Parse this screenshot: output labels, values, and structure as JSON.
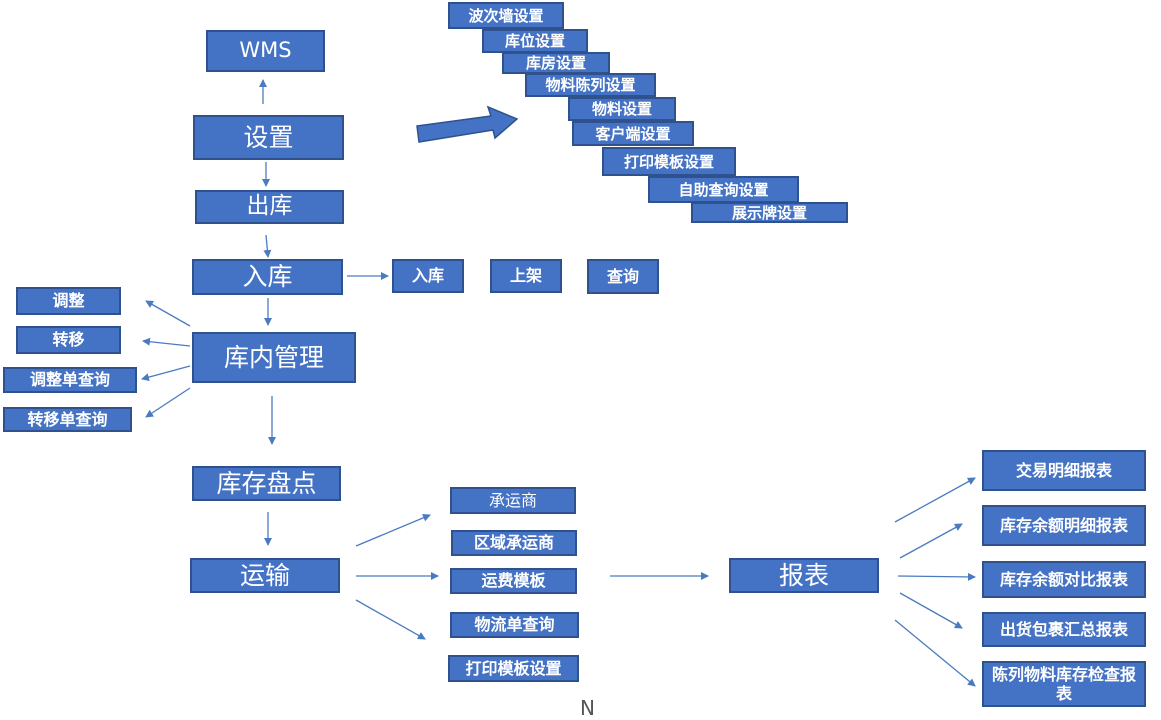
{
  "colors": {
    "box_fill": "#4472c4",
    "box_border": "#2f528f",
    "arrow": "#4a7bc0",
    "text": "#ffffff"
  },
  "nodes": {
    "wms": "WMS",
    "settings": "设置",
    "outbound": "出库",
    "inbound": "入库",
    "warehouse_mgmt": "库内管理",
    "inventory_count": "库存盘点",
    "transport": "运输",
    "reports": "报表"
  },
  "settings_items": [
    "波次墙设置",
    "库位设置",
    "库房设置",
    "物料陈列设置",
    "物料设置",
    "客户端设置",
    "打印模板设置",
    "自助查询设置",
    "展示牌设置"
  ],
  "inbound_items": [
    "入库",
    "上架",
    "查询"
  ],
  "warehouse_items": [
    "调整",
    "转移",
    "调整单查询",
    "转移单查询"
  ],
  "transport_items": [
    "承运商",
    "区域承运商",
    "运费模板",
    "物流单查询",
    "打印模板设置"
  ],
  "report_items": [
    "交易明细报表",
    "库存余额明细报表",
    "库存余额对比报表",
    "出货包裹汇总报表",
    "陈列物料库存检查报表"
  ],
  "footer_fragment": "N"
}
